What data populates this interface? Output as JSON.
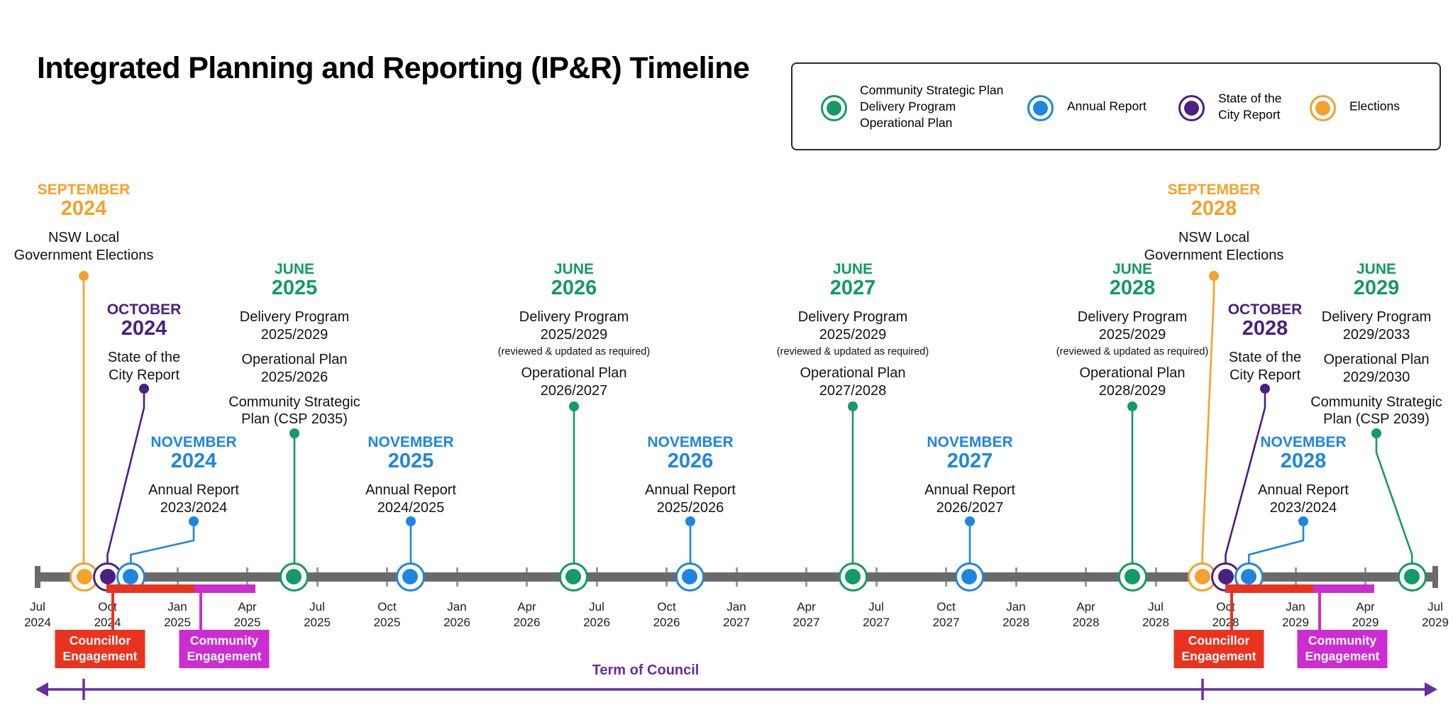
{
  "title": "Integrated Planning and Reporting (IP&R) Timeline",
  "colors": {
    "green": "#149A64",
    "blue": "#1E86E0",
    "purple": "#4B2080",
    "orange": "#F5A12B",
    "red": "#E9331F",
    "magenta": "#CB2DD0",
    "term_purple": "#6A2C9F",
    "bar_gray": "#6A6A6A",
    "tick_gray": "#9B9B9B"
  },
  "legend": {
    "items": [
      {
        "color": "green",
        "lines": [
          "Community Strategic Plan",
          "Delivery Program",
          "Operational Plan"
        ]
      },
      {
        "color": "blue",
        "lines": [
          "Annual Report"
        ]
      },
      {
        "color": "purple",
        "lines": [
          "State of the",
          "City Report"
        ]
      },
      {
        "color": "orange",
        "lines": [
          "Elections"
        ]
      }
    ]
  },
  "timeline": {
    "ticks": [
      {
        "month": "Jul",
        "year": "2024"
      },
      {
        "month": "Oct",
        "year": "2024"
      },
      {
        "month": "Jan",
        "year": "2025"
      },
      {
        "month": "Apr",
        "year": "2025"
      },
      {
        "month": "Jul",
        "year": "2025"
      },
      {
        "month": "Oct",
        "year": "2025"
      },
      {
        "month": "Jan",
        "year": "2026"
      },
      {
        "month": "Apr",
        "year": "2026"
      },
      {
        "month": "Jul",
        "year": "2026"
      },
      {
        "month": "Oct",
        "year": "2026"
      },
      {
        "month": "Jan",
        "year": "2027"
      },
      {
        "month": "Apr",
        "year": "2027"
      },
      {
        "month": "Jul",
        "year": "2027"
      },
      {
        "month": "Oct",
        "year": "2027"
      },
      {
        "month": "Jan",
        "year": "2028"
      },
      {
        "month": "Apr",
        "year": "2028"
      },
      {
        "month": "Jul",
        "year": "2028"
      },
      {
        "month": "Oct",
        "year": "2028"
      },
      {
        "month": "Jan",
        "year": "2029"
      },
      {
        "month": "Apr",
        "year": "2029"
      },
      {
        "month": "Jul",
        "year": "2029"
      }
    ]
  },
  "milestones": [
    {
      "id": "elections-2024",
      "color": "orange",
      "month_label": "SEPTEMBER",
      "year_label": "2024",
      "groups": [
        {
          "lines": [
            "NSW Local",
            "Government Elections"
          ]
        }
      ]
    },
    {
      "id": "socr-2024",
      "color": "purple",
      "month_label": "OCTOBER",
      "year_label": "2024",
      "groups": [
        {
          "lines": [
            "State of the",
            "City Report"
          ]
        }
      ]
    },
    {
      "id": "annual-report-2024",
      "color": "blue",
      "month_label": "NOVEMBER",
      "year_label": "2024",
      "groups": [
        {
          "lines": [
            "Annual Report",
            "2023/2024"
          ]
        }
      ]
    },
    {
      "id": "june-2025",
      "color": "green",
      "month_label": "JUNE",
      "year_label": "2025",
      "groups": [
        {
          "lines": [
            "Delivery Program",
            "2025/2029"
          ]
        },
        {
          "lines": [
            "Operational Plan",
            "2025/2026"
          ]
        },
        {
          "lines": [
            "Community Strategic",
            "Plan (CSP 2035)"
          ]
        }
      ]
    },
    {
      "id": "annual-report-2025",
      "color": "blue",
      "month_label": "NOVEMBER",
      "year_label": "2025",
      "groups": [
        {
          "lines": [
            "Annual Report",
            "2024/2025"
          ]
        }
      ]
    },
    {
      "id": "june-2026",
      "color": "green",
      "month_label": "JUNE",
      "year_label": "2026",
      "groups": [
        {
          "lines": [
            "Delivery Program",
            "2025/2029"
          ]
        },
        {
          "small": "(reviewed & updated as required)"
        },
        {
          "lines": [
            "Operational Plan",
            "2026/2027"
          ]
        }
      ]
    },
    {
      "id": "annual-report-2026",
      "color": "blue",
      "month_label": "NOVEMBER",
      "year_label": "2026",
      "groups": [
        {
          "lines": [
            "Annual Report",
            "2025/2026"
          ]
        }
      ]
    },
    {
      "id": "june-2027",
      "color": "green",
      "month_label": "JUNE",
      "year_label": "2027",
      "groups": [
        {
          "lines": [
            "Delivery Program",
            "2025/2029"
          ]
        },
        {
          "small": "(reviewed & updated as required)"
        },
        {
          "lines": [
            "Operational Plan",
            "2027/2028"
          ]
        }
      ]
    },
    {
      "id": "annual-report-2027",
      "color": "blue",
      "month_label": "NOVEMBER",
      "year_label": "2027",
      "groups": [
        {
          "lines": [
            "Annual Report",
            "2026/2027"
          ]
        }
      ]
    },
    {
      "id": "june-2028",
      "color": "green",
      "month_label": "JUNE",
      "year_label": "2028",
      "groups": [
        {
          "lines": [
            "Delivery Program",
            "2025/2029"
          ]
        },
        {
          "small": "(reviewed & updated as required)"
        },
        {
          "lines": [
            "Operational Plan",
            "2028/2029"
          ]
        }
      ]
    },
    {
      "id": "elections-2028",
      "color": "orange",
      "month_label": "SEPTEMBER",
      "year_label": "2028",
      "groups": [
        {
          "lines": [
            "NSW Local",
            "Government Elections"
          ]
        }
      ]
    },
    {
      "id": "socr-2028",
      "color": "purple",
      "month_label": "OCTOBER",
      "year_label": "2028",
      "groups": [
        {
          "lines": [
            "State of the",
            "City Report"
          ]
        }
      ]
    },
    {
      "id": "annual-report-2028",
      "color": "blue",
      "month_label": "NOVEMBER",
      "year_label": "2028",
      "groups": [
        {
          "lines": [
            "Annual Report",
            "2023/2024"
          ]
        }
      ]
    },
    {
      "id": "june-2029",
      "color": "green",
      "month_label": "JUNE",
      "year_label": "2029",
      "groups": [
        {
          "lines": [
            "Delivery Program",
            "2029/2033"
          ]
        },
        {
          "lines": [
            "Operational Plan",
            "2029/2030"
          ]
        },
        {
          "lines": [
            "Community Strategic",
            "Plan (CSP 2039)"
          ]
        }
      ]
    }
  ],
  "engagement": {
    "items": [
      {
        "lines": [
          "Councillor",
          "Engagement"
        ]
      },
      {
        "lines": [
          "Community",
          "Engagement"
        ]
      },
      {
        "lines": [
          "Councillor",
          "Engagement"
        ]
      },
      {
        "lines": [
          "Community",
          "Engagement"
        ]
      }
    ]
  },
  "term": {
    "label": "Term of Council"
  }
}
